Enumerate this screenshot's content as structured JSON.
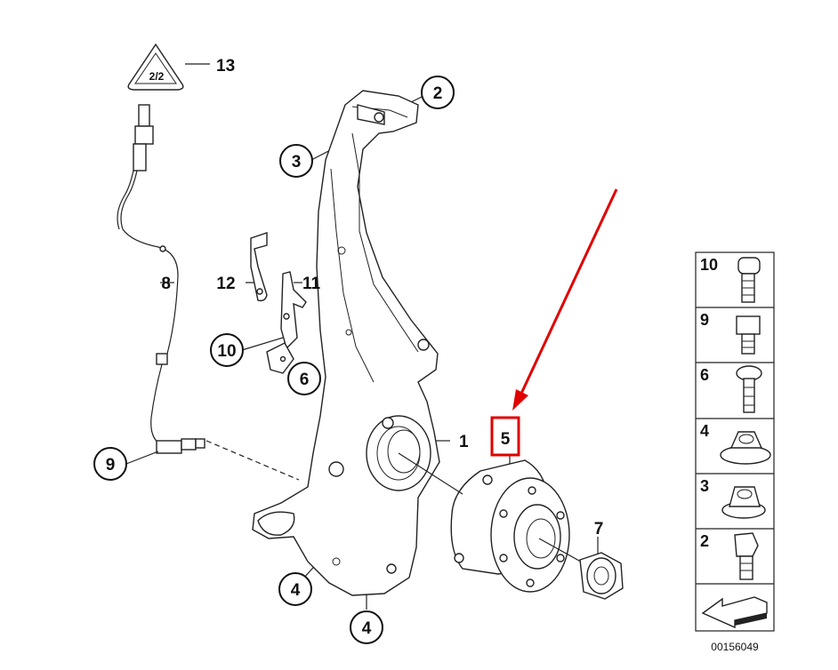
{
  "diagram": {
    "callouts": {
      "c13": "13",
      "c2": "2",
      "c3": "3",
      "c12": "12",
      "c11": "11",
      "c8": "8",
      "c10": "10",
      "c6": "6",
      "c1": "1",
      "c5": "5",
      "c9": "9",
      "c7": "7",
      "c4a": "4",
      "c4b": "4"
    },
    "sensor_label": "2/2"
  },
  "legend": {
    "items": [
      "10",
      "9",
      "6",
      "4",
      "3",
      "2"
    ]
  },
  "catalog_number": "00156049",
  "colors": {
    "highlight": "#e00000",
    "line": "#222222"
  }
}
